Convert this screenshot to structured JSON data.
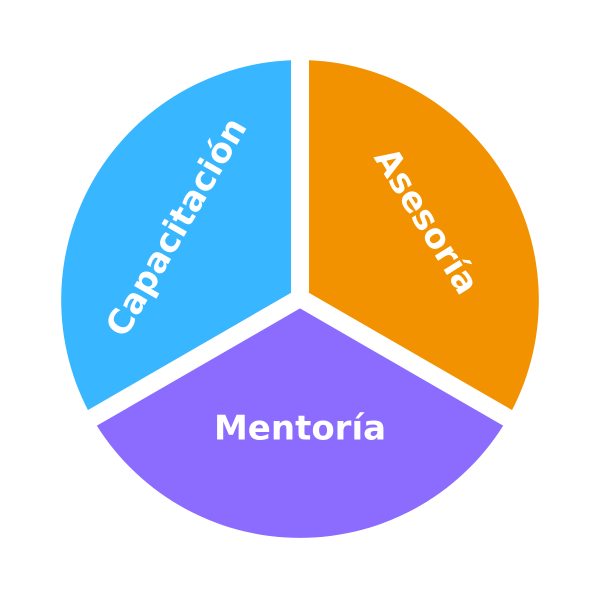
{
  "diagram": {
    "segments": [
      {
        "id": "capacitacion",
        "label": "Capacitación",
        "color": "#38b6ff"
      },
      {
        "id": "asesoria",
        "label": "Asesoría",
        "color": "#f39200"
      },
      {
        "id": "mentoria",
        "label": "Mentoría",
        "color": "#8c6cff"
      }
    ]
  }
}
